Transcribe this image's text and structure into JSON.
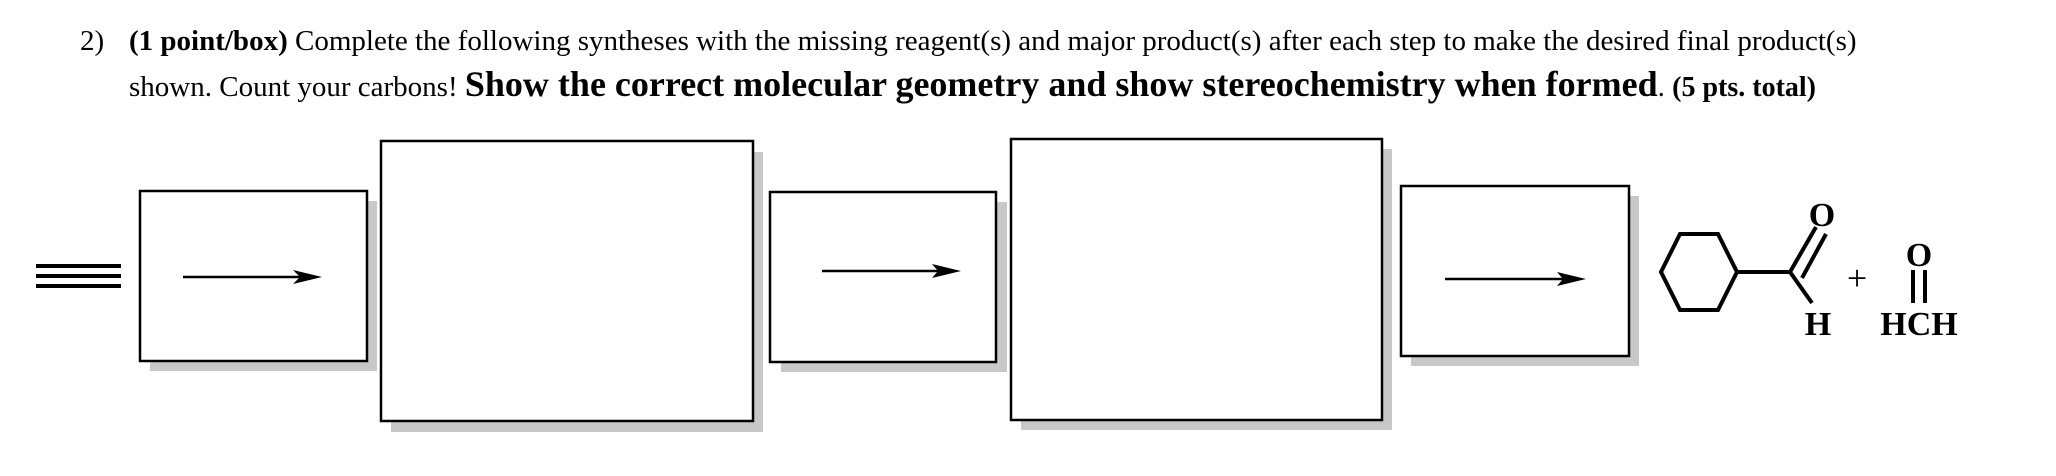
{
  "question": {
    "number": "2)",
    "points_label": "(1 point/box)",
    "line1_text": " Complete the following syntheses with the missing reagent(s) and major product(s) after each step to make the desired final product(s)",
    "line2_text": "shown.  Count your carbons!  ",
    "emphasis": "Show the correct molecular geometry and show stereochemistry when formed",
    "period": ". ",
    "total_points": "(5 pts. total)"
  },
  "scheme": {
    "product_labels": {
      "aldehyde_oxygen": "O",
      "aldehyde_hydrogen": "H",
      "plus": "+",
      "formaldehyde_oxygen": "O",
      "formaldehyde_formula": "HCH"
    }
  }
}
